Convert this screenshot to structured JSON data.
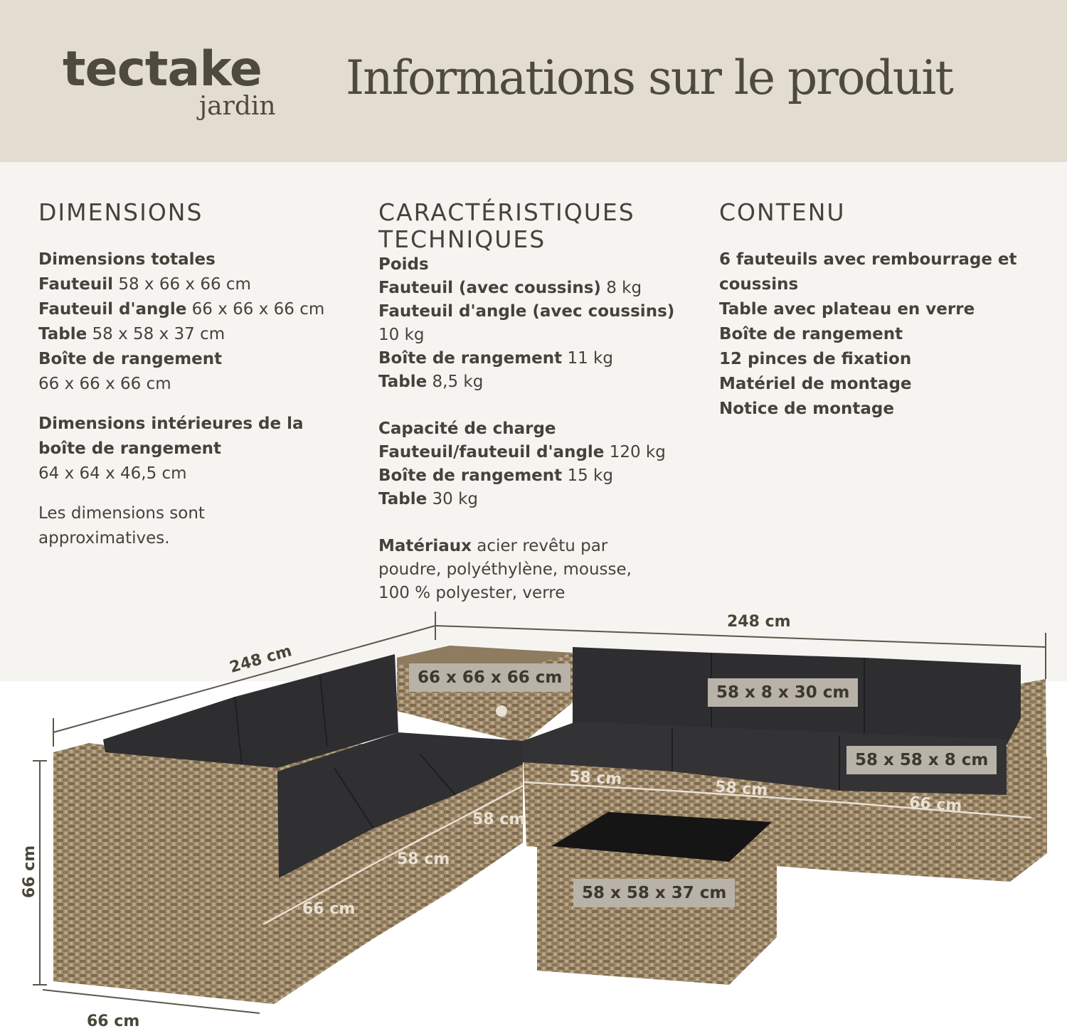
{
  "header": {
    "logo_brand": "tectake",
    "logo_sub": "jardin",
    "title": "Informations sur le produit"
  },
  "dimensions": {
    "title": "DIMENSIONS",
    "overall_heading": "Dimensions totales",
    "armchair_label": "Fauteuil",
    "armchair_value": "58 x 66 x 66 cm",
    "corner_label": "Fauteuil d'angle",
    "corner_value": "66 x 66 x 66 cm",
    "table_label": "Table",
    "table_value": "58 x 58 x 37 cm",
    "box_label": "Boîte de rangement",
    "box_value": "66 x 66 x 66 cm",
    "inner_heading_1": "Dimensions intérieures de la",
    "inner_heading_2": "boîte de rangement",
    "inner_value": "64 x 64 x 46,5 cm",
    "note_1": "Les dimensions sont",
    "note_2": "approximatives."
  },
  "specs": {
    "title_1": "CARACTÉRISTIQUES",
    "title_2": "TECHNIQUES",
    "weight_heading": "Poids",
    "armchair_label": "Fauteuil (avec coussins)",
    "armchair_value": "8 kg",
    "corner_label": "Fauteuil d'angle (avec coussins)",
    "corner_value": "10 kg",
    "box_label": "Boîte de rangement",
    "box_value": "11 kg",
    "table_label": "Table",
    "table_value": "8,5 kg",
    "load_heading": "Capacité de charge",
    "load_armchair_label": "Fauteuil/fauteuil d'angle",
    "load_armchair_value": "120 kg",
    "load_box_label": "Boîte de rangement",
    "load_box_value": "15 kg",
    "load_table_label": "Table",
    "load_table_value": "30 kg",
    "materials_label": "Matériaux",
    "materials_value_1": "acier revêtu par",
    "materials_value_2": "poudre, polyéthylène, mousse,",
    "materials_value_3": "100 % polyester, verre"
  },
  "contents": {
    "title": "CONTENU",
    "items": [
      "6 fauteuils avec rembourrage et",
      "coussins",
      "Table avec plateau en verre",
      "Boîte de rangement",
      "12 pinces de fixation",
      "Matériel de montage",
      "Notice de montage"
    ]
  },
  "diagram": {
    "length_left": "248 cm",
    "length_right": "248 cm",
    "height": "66 cm",
    "depth": "66 cm",
    "box_tag": "66 x 66 x 66 cm",
    "backrest_tag": "58 x 8 x 30 cm",
    "cushion_tag": "58 x 58 x 8 cm",
    "table_tag": "58 x 58 x 37 cm",
    "seg_right_1": "58 cm",
    "seg_right_2": "58 cm",
    "seg_right_3": "66 cm",
    "seg_left_1": "58 cm",
    "seg_left_2": "58 cm",
    "seg_left_3": "66 cm"
  }
}
